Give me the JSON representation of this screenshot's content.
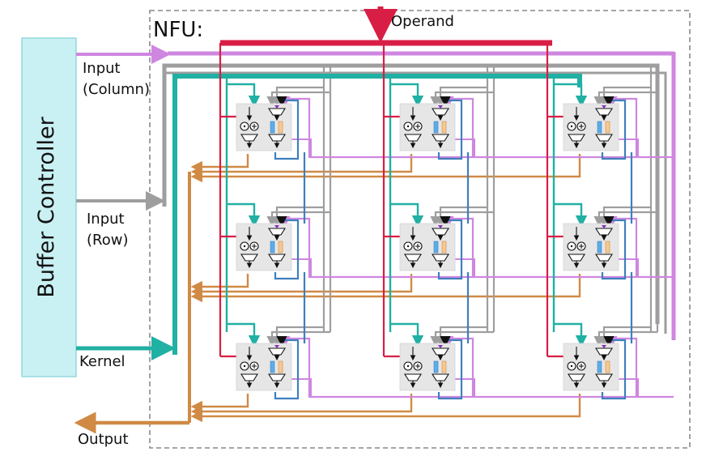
{
  "nfu": {
    "label": "NFU:"
  },
  "buffer_controller": {
    "label": "Buffer Controller",
    "fill": "#c9f0f2",
    "stroke": "#7fd3d8"
  },
  "ports": {
    "operand": "Operand",
    "input_column": [
      "Input",
      "(Column)"
    ],
    "input_row": [
      "Input",
      "(Row)"
    ],
    "kernel": "Kernel",
    "output": "Output"
  },
  "colors": {
    "operand": "#d81e45",
    "input_column": "#cf86e0",
    "input_row": "#9e9e9e",
    "kernel": "#20b0a4",
    "output": "#d08a45",
    "feedback": "#3f7fbd",
    "pe_box": "#e6e6e6",
    "pe_reg_blue": "#5aaee8",
    "pe_reg_orange": "#f7c990",
    "select_purple": "#8a2bbd"
  },
  "grid": {
    "rows": 3,
    "cols": 3
  }
}
